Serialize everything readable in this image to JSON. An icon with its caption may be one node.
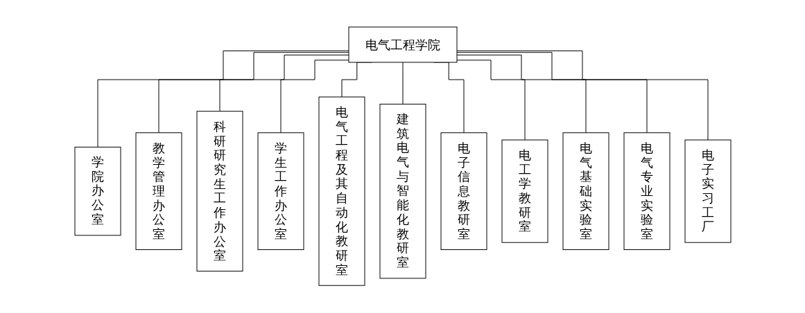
{
  "diagram": {
    "nodes": [
      {
        "text": [
          "电气工程学院"
        ]
      },
      {
        "text": [
          "学院办公室"
        ]
      },
      {
        "text": [
          "教学管理办公室"
        ]
      },
      {
        "text": [
          "科研研究生工作办公室"
        ]
      },
      {
        "text": [
          "学生工作办公室"
        ]
      },
      {
        "text": [
          "电气工程及其自动化教研室"
        ]
      },
      {
        "text": [
          "建筑电气与智能化教研室"
        ]
      },
      {
        "text": [
          "电子信息教研室"
        ]
      },
      {
        "text": [
          "电工学教研室"
        ]
      },
      {
        "text": [
          "电气基础实验室"
        ]
      },
      {
        "text": [
          "电气专业实验室"
        ]
      },
      {
        "text": [
          "电子实习工厂"
        ]
      }
    ],
    "edges": [
      {
        "from": 0,
        "to": 1,
        "arrow": "none"
      },
      {
        "from": 0,
        "to": 2,
        "arrow": "none"
      },
      {
        "from": 0,
        "to": 3,
        "arrow": "none"
      },
      {
        "from": 0,
        "to": 4,
        "arrow": "none"
      },
      {
        "from": 0,
        "to": 5,
        "arrow": "none"
      },
      {
        "from": 0,
        "to": 6,
        "arrow": "none"
      },
      {
        "from": 0,
        "to": 7,
        "arrow": "none"
      },
      {
        "from": 0,
        "to": 8,
        "arrow": "none"
      },
      {
        "from": 0,
        "to": 9,
        "arrow": "none"
      },
      {
        "from": 0,
        "to": 10,
        "arrow": "none"
      },
      {
        "from": 0,
        "to": 11,
        "arrow": "none"
      }
    ]
  }
}
